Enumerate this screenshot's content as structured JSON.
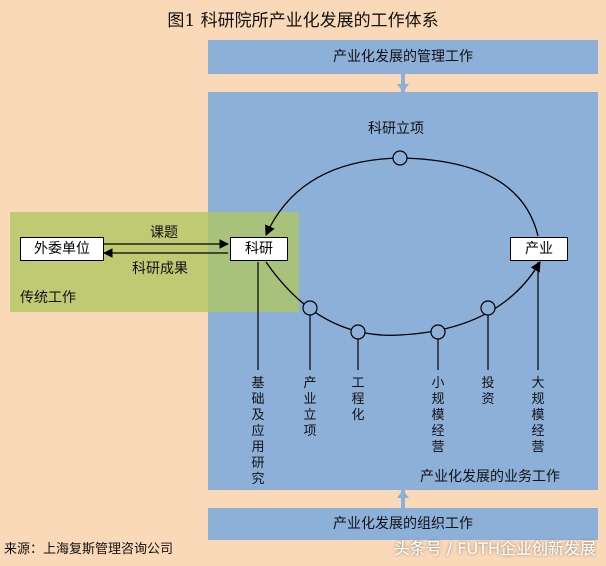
{
  "title": "图1  科研院所产业化发展的工作体系",
  "top_band": "产业化发展的管理工作",
  "bottom_band": "产业化发展的组织工作",
  "business_label": "产业化发展的业务工作",
  "traditional_label": "传统工作",
  "top_node_label": "科研立项",
  "boxes": {
    "outsource": "外委单位",
    "research": "科研",
    "industry": "产业"
  },
  "arrows": {
    "topic": "课题",
    "results": "科研成果"
  },
  "stages": [
    "基础及应用研究",
    "产业立项",
    "工程化",
    "小规模经营",
    "投资",
    "大规模经营"
  ],
  "source": "来源：上海复斯管理咨询公司",
  "watermark": "头条号 / FUTH企业创新发展",
  "colors": {
    "background": "#f9d9b8",
    "panel": "#8db0d9",
    "traditional": "#b0c560"
  }
}
